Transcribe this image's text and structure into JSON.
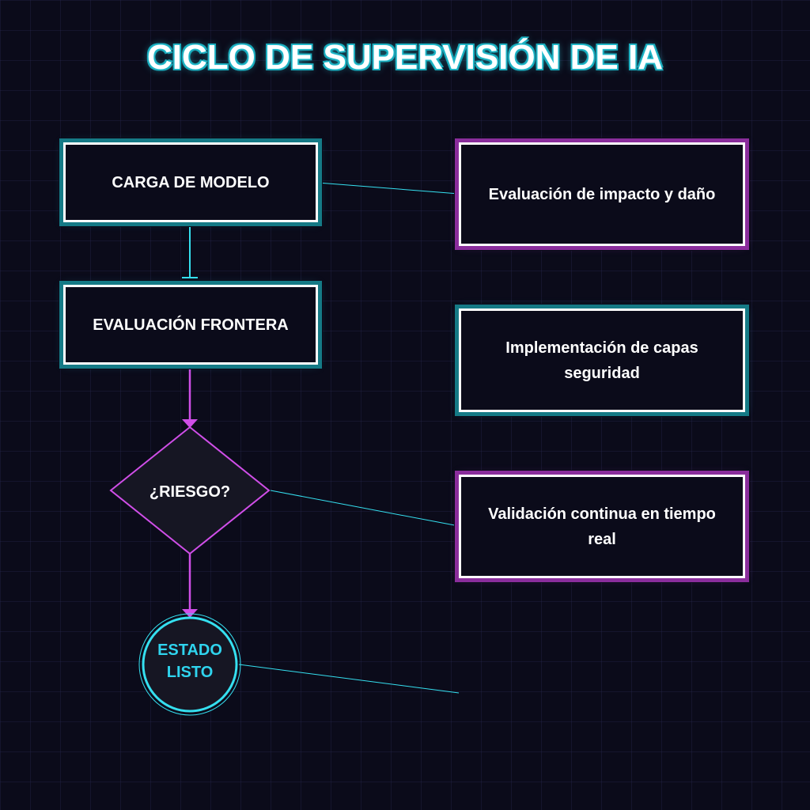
{
  "title": "CICLO DE SUPERVISIÓN DE IA",
  "flow": {
    "step1": "CARGA DE MODELO",
    "step2": "EVALUACIÓN FRONTERA",
    "decision": "¿RIESGO?",
    "terminal_line1": "ESTADO",
    "terminal_line2": "LISTO"
  },
  "side_boxes": [
    {
      "label": "Evaluación de impacto y daño",
      "style": "magenta"
    },
    {
      "label": "Implementación de capas seguridad",
      "style": "cyan"
    },
    {
      "label": "Validación continua en tiempo real",
      "style": "magenta"
    }
  ],
  "colors": {
    "background": "#0b0b1a",
    "cyan_accent": "#35e0f0",
    "magenta_accent": "#d04ee8",
    "box_border": "#ffffff"
  }
}
